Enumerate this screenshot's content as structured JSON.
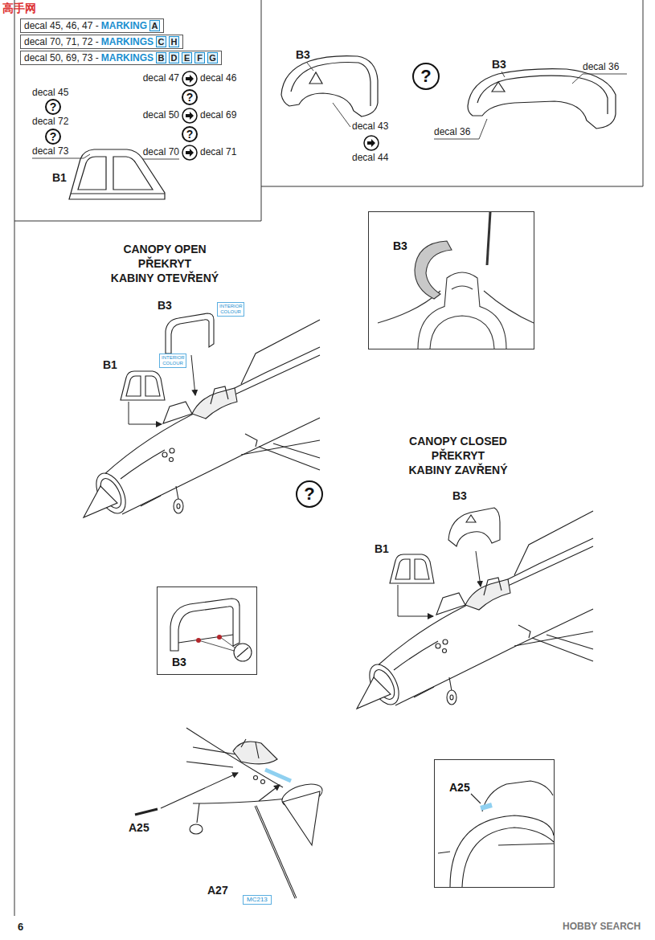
{
  "diagram": {
    "nodes": [
      {
        "text": [
          "decal 45, 46, 47 -",
          "MARKING"
        ]
      },
      {
        "text": [
          "A"
        ],
        "in": 0
      },
      {
        "text": [
          "decal 70, 71, 72 -",
          "MARKINGS"
        ]
      },
      {
        "text": [
          "C"
        ],
        "in": 2
      },
      {
        "text": [
          "H"
        ],
        "in": 2
      },
      {
        "text": [
          "decal 50, 69, 73 -",
          "MARKINGS"
        ]
      },
      {
        "text": [
          "B"
        ],
        "in": 5
      },
      {
        "text": [
          "D"
        ],
        "in": 5
      },
      {
        "text": [
          "E"
        ],
        "in": 5
      },
      {
        "text": [
          "F"
        ],
        "in": 5
      },
      {
        "text": [
          "G"
        ],
        "in": 5
      },
      {
        "text": [
          "?"
        ]
      },
      {
        "text": [
          "?"
        ]
      },
      {
        "text": [
          "?"
        ]
      },
      {
        "text": [
          "?"
        ]
      },
      {
        "text": [
          "?"
        ]
      },
      {
        "text": [
          "B3"
        ]
      },
      {
        "text": [
          "INTERIOR COLOUR"
        ]
      },
      {
        "text": [
          "INTERIOR COLOUR"
        ]
      },
      {
        "text": [
          "?"
        ]
      },
      {
        "text": [
          "B3"
        ]
      },
      {
        "text": [
          "A25"
        ]
      },
      {
        "text": [
          "MC213"
        ]
      }
    ],
    "labels": [
      "高手网",
      "decal 47",
      "decal 46",
      "decal 45",
      "decal 50",
      "decal 69",
      "decal 72",
      "decal 73",
      "decal 70",
      "decal 71",
      "B1",
      "B3",
      "decal 36",
      "B3",
      "decal 43",
      "decal 36",
      "decal 44",
      "CANOPY OPEN",
      "PŘEKRYT",
      "KABINY OTEVŘENÝ",
      "B3",
      "B1",
      "CANOPY CLOSED",
      "PŘEKRYT",
      "KABINY ZAVŘENÝ",
      "B3",
      "B1",
      "A25",
      "A27",
      "6",
      "HOBBY SEARCH"
    ]
  }
}
